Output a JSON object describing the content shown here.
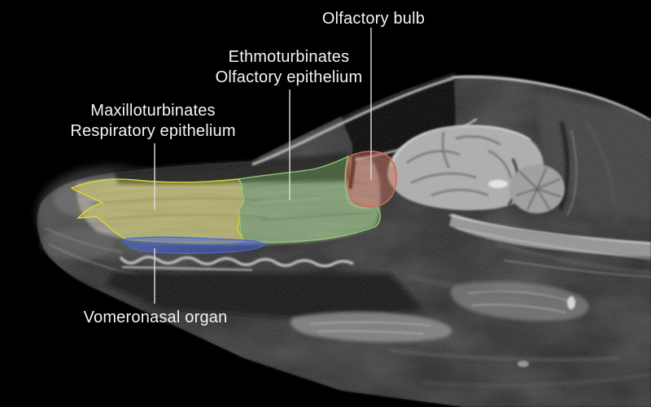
{
  "style": {
    "background": "#000000",
    "label_color": "#f4f4f4",
    "leader_line_color": "#dcdcdc"
  },
  "annotations": {
    "olfactory_bulb": {
      "label": "Olfactory bulb",
      "outline": "#cc6b54",
      "fill": "rgba(205,110,90,0.45)"
    },
    "ethmoturbinates": {
      "label_line1": "Ethmoturbinates",
      "label_line2": "Olfactory epithelium",
      "outline": "#8ccb70",
      "fill": "rgba(115,170,95,0.42)"
    },
    "maxilloturbinates": {
      "label_line1": "Maxilloturbinates",
      "label_line2": "Respiratory epithelium",
      "outline": "#d9d92e",
      "fill": "rgba(215,208,80,0.40)"
    },
    "vomeronasal": {
      "label": "Vomeronasal organ",
      "outline": "#4a67cf",
      "fill": "rgba(70,100,215,0.52)"
    }
  }
}
